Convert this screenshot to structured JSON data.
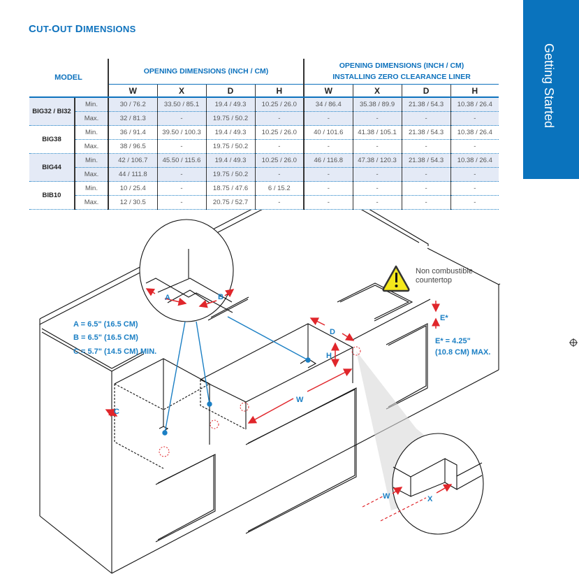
{
  "section_title": {
    "first_cap": "C",
    "rest1": "UT-",
    "second_cap": "O",
    "rest2": "UT ",
    "third_cap": "D",
    "rest3": "IMENSIONS"
  },
  "side_tab": {
    "label": "Getting Started",
    "color": "#0a73bd"
  },
  "table": {
    "model_header": "MODEL",
    "group1_header": "OPENING DIMENSIONS (INCH / CM)",
    "group2_header_line1": "OPENING DIMENSIONS (INCH / CM)",
    "group2_header_line2": "INSTALLING ZERO CLEARANCE LINER",
    "columns": [
      "W",
      "X",
      "D",
      "H",
      "W",
      "X",
      "D",
      "H"
    ],
    "rows": [
      {
        "model": "BIG32 / BI32",
        "label": "Min.",
        "values": [
          "30 / 76.2",
          "33.50 / 85.1",
          "19.4 / 49.3",
          "10.25 / 26.0",
          "34 / 86.4",
          "35.38 / 89.9",
          "21.38 / 54.3",
          "10.38 / 26.4"
        ]
      },
      {
        "model": "BIG32 / BI32",
        "label": "Max.",
        "values": [
          "32 / 81.3",
          "-",
          "19.75 / 50.2",
          "-",
          "-",
          "-",
          "-",
          "-"
        ]
      },
      {
        "model": "BIG38",
        "label": "Min.",
        "values": [
          "36 / 91.4",
          "39.50 / 100.3",
          "19.4 / 49.3",
          "10.25 / 26.0",
          "40 / 101.6",
          "41.38 / 105.1",
          "21.38 / 54.3",
          "10.38 / 26.4"
        ]
      },
      {
        "model": "BIG38",
        "label": "Max.",
        "values": [
          "38 / 96.5",
          "-",
          "19.75 / 50.2",
          "-",
          "-",
          "-",
          "-",
          "-"
        ]
      },
      {
        "model": "BIG44",
        "label": "Min.",
        "values": [
          "42 / 106.7",
          "45.50 / 115.6",
          "19.4 / 49.3",
          "10.25 / 26.0",
          "46 / 116.8",
          "47.38 / 120.3",
          "21.38 / 54.3",
          "10.38 / 26.4"
        ]
      },
      {
        "model": "BIG44",
        "label": "Max.",
        "values": [
          "44 / 111.8",
          "-",
          "19.75 / 50.2",
          "-",
          "-",
          "-",
          "-",
          "-"
        ]
      },
      {
        "model": "BIB10",
        "label": "Min.",
        "values": [
          "10 / 25.4",
          "-",
          "18.75 / 47.6",
          "6 / 15.2",
          "-",
          "-",
          "-",
          "-"
        ]
      },
      {
        "model": "BIB10",
        "label": "Max.",
        "values": [
          "12 / 30.5",
          "-",
          "20.75 / 52.7",
          "-",
          "-",
          "-",
          "-",
          "-"
        ]
      }
    ]
  },
  "diagram": {
    "notes": [
      "A = 6.5\" (16.5 CM)",
      "B = 6.5\" (16.5 CM)",
      "C = 5.7\" (14.5 CM) MIN."
    ],
    "warning_text_line1": "Non combustible",
    "warning_text_line2": "countertop",
    "e_label": "E*",
    "e_note_line1": "E* = 4.25\"",
    "e_note_line2": "(10.8 CM) MAX.",
    "labels": {
      "a": "A",
      "b": "B",
      "c": "C",
      "d": "D",
      "h": "H",
      "w": "W",
      "x": "X",
      "w_detail": "W"
    },
    "colors": {
      "label_blue": "#1b7fc4",
      "arrow_red": "#e0262b",
      "warning_yellow": "#f4e81c"
    }
  }
}
